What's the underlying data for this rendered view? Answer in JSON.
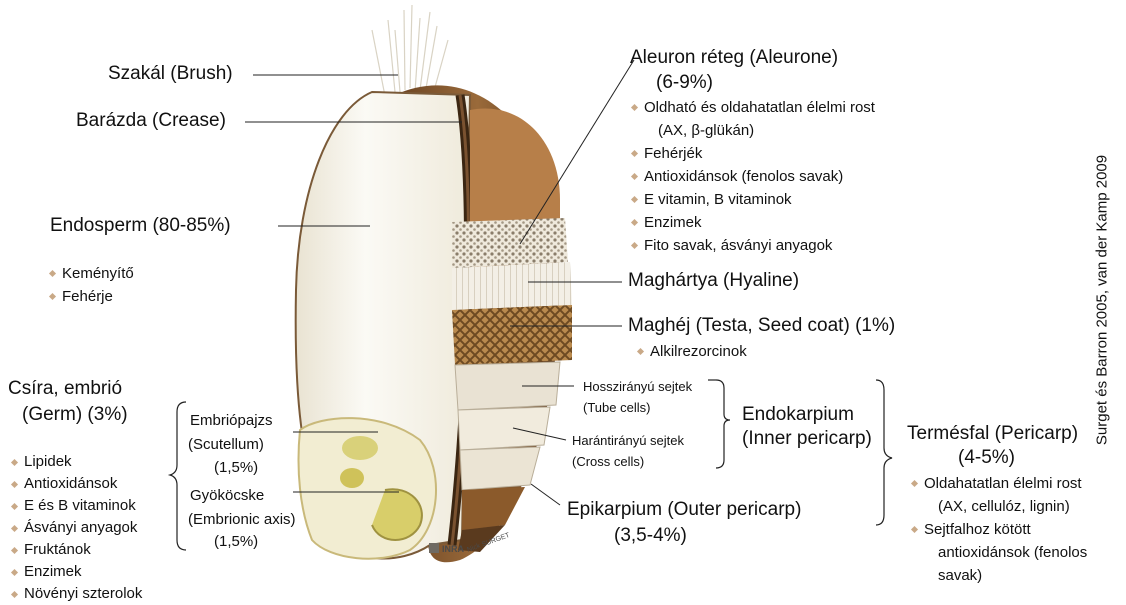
{
  "labels": {
    "brush": "Szakál (Brush)",
    "crease": "Barázda (Crease)",
    "endosperm": "Endosperm (80-85%)",
    "germ_line1": "Csíra, embrió",
    "germ_line2": "(Germ) (3%)",
    "scutellum_line1": "Embriópajzs",
    "scutellum_line2": "(Scutellum)",
    "scutellum_line3": "(1,5%)",
    "axis_line1": "Gyököcske",
    "axis_line2": "(Embrionic axis)",
    "axis_line3": "(1,5%)",
    "aleurone_line1": "Aleuron réteg (Aleurone)",
    "aleurone_line2": "(6-9%)",
    "hyaline": "Maghártya (Hyaline)",
    "testa": "Maghéj (Testa, Seed coat) (1%)",
    "tube_line1": "Hosszirányú sejtek",
    "tube_line2": "(Tube cells)",
    "cross_line1": "Harántirányú sejtek",
    "cross_line2": "(Cross cells)",
    "endocarp_line1": "Endokarpium",
    "endocarp_line2": "(Inner pericarp)",
    "epicarp_line1": "Epikarpium (Outer pericarp)",
    "epicarp_line2": "(3,5-4%)",
    "pericarp_line1": "Termésfal (Pericarp)",
    "pericarp_line2": "(4-5%)"
  },
  "endosperm_items": [
    "Keményítő",
    "Fehérje"
  ],
  "germ_items": [
    "Lipidek",
    "Antioxidánsok",
    "E és B vitaminok",
    "Ásványi anyagok",
    "Fruktánok",
    "Enzimek",
    "Növényi szterolok"
  ],
  "aleurone_items": {
    "fiber_line1": "Oldható és oldahatatlan élelmi rost",
    "fiber_line2": "(AX, β-glükán)",
    "protein": "Fehérjék",
    "antiox": "Antioxidánsok (fenolos savak)",
    "vitamins": "E vitamin, B vitaminok",
    "enzymes": "Enzimek",
    "phytic": "Fito savak, ásványi anyagok"
  },
  "testa_items": [
    "Alkilrezorcinok"
  ],
  "pericarp_items": {
    "fiber_line1": "Oldahatatlan élelmi rost",
    "fiber_line2": "(AX, cellulóz, lignin)",
    "bound_line1": "Sejtfalhoz kötött",
    "bound_line2": "antioxidánsok (fenolos",
    "bound_line3": "savak)"
  },
  "credit": "Surget és Barron 2005, van der Kamp 2009",
  "logo_text": "INRA",
  "photo_credit": "Nick SURGET",
  "colors": {
    "bran_dark": "#5a3a1e",
    "bran_mid": "#8b5a2b",
    "endosperm": "#f4f1e6",
    "germ": "#e8e2b0",
    "bullet": "#c9a987"
  }
}
